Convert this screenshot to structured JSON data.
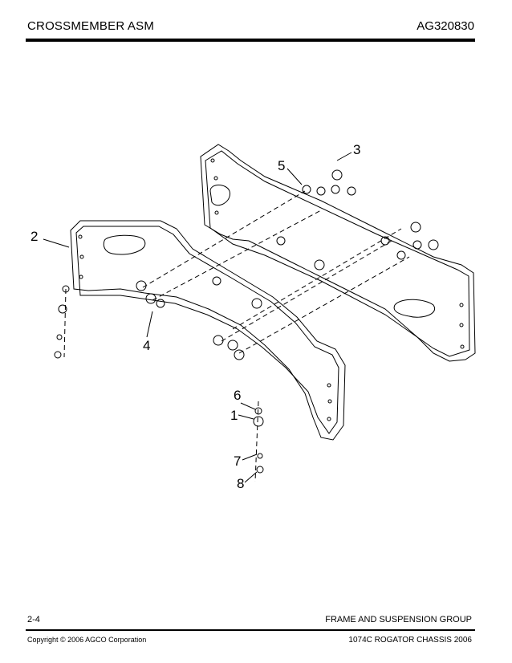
{
  "header": {
    "title": "CROSSMEMBER ASM",
    "code": "AG320830"
  },
  "diagram": {
    "callouts": [
      "1",
      "2",
      "3",
      "4",
      "5",
      "6",
      "7",
      "8"
    ]
  },
  "footer": {
    "page": "2-4",
    "group": "FRAME AND SUSPENSION GROUP",
    "copyright": "Copyright © 2006 AGCO Corporation",
    "model": "1074C ROGATOR CHASSIS 2006"
  }
}
